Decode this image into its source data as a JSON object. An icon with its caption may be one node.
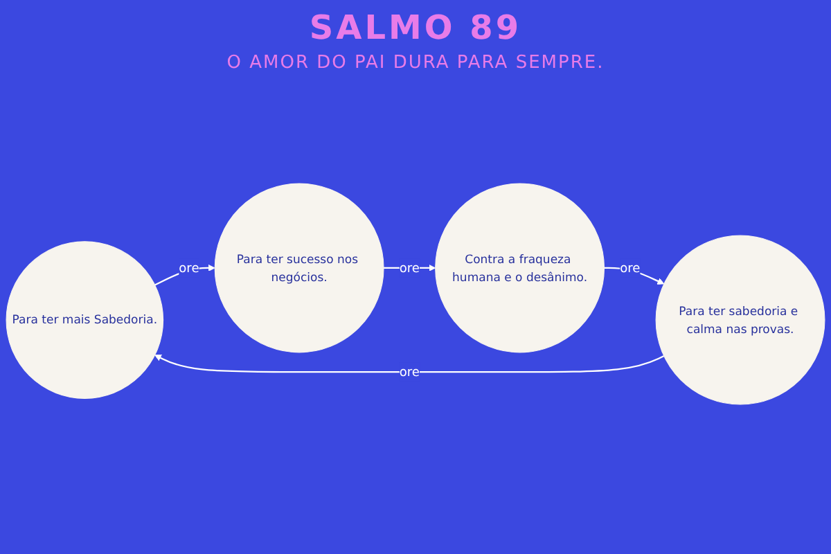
{
  "diagram": {
    "title": "SALMO 89",
    "nodes": [
      {
        "text": [
          "Para ter mais Sabedoria."
        ]
      },
      {
        "text": [
          "Para ter sucesso nos negócios."
        ]
      },
      {
        "text": [
          "Contra a fraqueza humana e o desânimo."
        ]
      },
      {
        "text": [
          "Para ter sabedoria e calma nas provas."
        ]
      }
    ],
    "edges": [
      {
        "from": 0,
        "to": 1,
        "arrow": "to",
        "label": "ore"
      },
      {
        "from": 1,
        "to": 2,
        "arrow": "to",
        "label": "ore"
      },
      {
        "from": 2,
        "to": 3,
        "arrow": "to",
        "label": "ore"
      },
      {
        "from": 3,
        "to": 0,
        "arrow": "to",
        "label": "ore"
      }
    ],
    "labels": [
      "O AMOR DO PAI DURA PARA SEMPRE."
    ]
  }
}
